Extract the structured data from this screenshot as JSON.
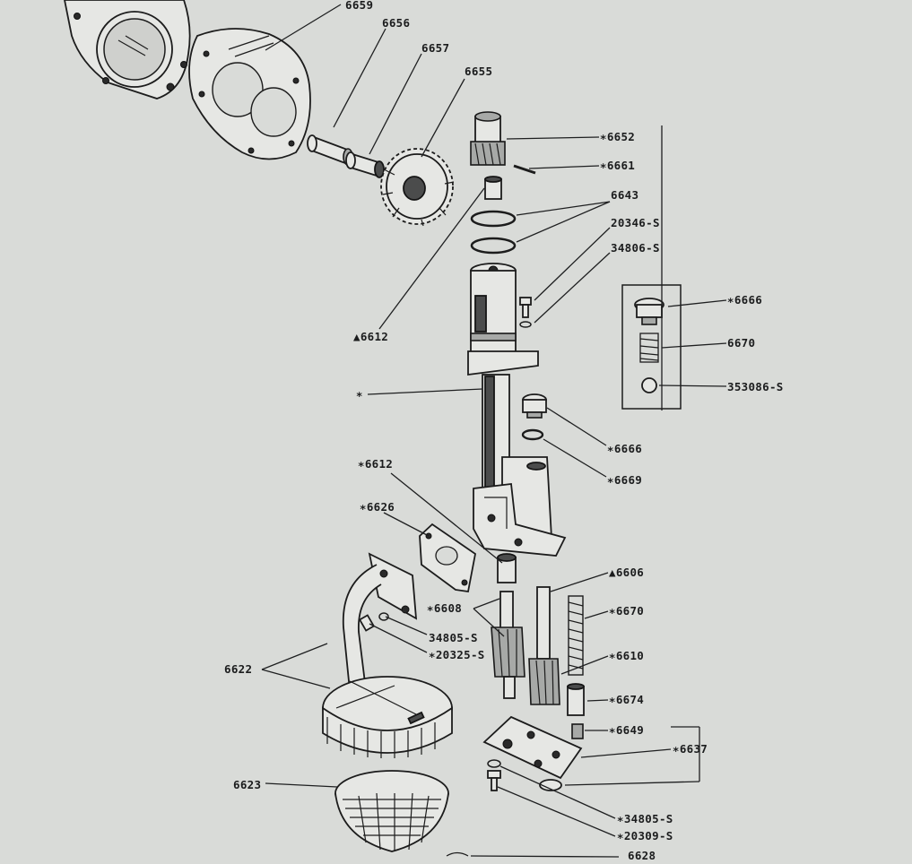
{
  "diagram": {
    "callouts": {
      "c6659": "6659",
      "c6656": "6656",
      "c6657": "6657",
      "c6655": "6655",
      "c6652": "∗6652",
      "c6661": "∗6661",
      "c6643": "6643",
      "c20346": "20346-S",
      "c34806": "34806-S",
      "c6612a": "▲6612",
      "c6666a": "∗6666",
      "c6670a": "6670",
      "c353086": "353086-S",
      "cStar": "∗",
      "c6666b": "∗6666",
      "c6669": "∗6669",
      "c6612b": "∗6612",
      "c6626": "∗6626",
      "c6606": "▲6606",
      "c6608": "∗6608",
      "c6670b": "∗6670",
      "c34805a": "34805-S",
      "c20325": "∗20325-S",
      "c6610": "∗6610",
      "c6622": "6622",
      "c6674": "∗6674",
      "c6649": "∗6649",
      "c6637": "∗6637",
      "c6623": "6623",
      "c34805b": "∗34805-S",
      "c20309": "∗20309-S",
      "c6628": "6628"
    }
  }
}
